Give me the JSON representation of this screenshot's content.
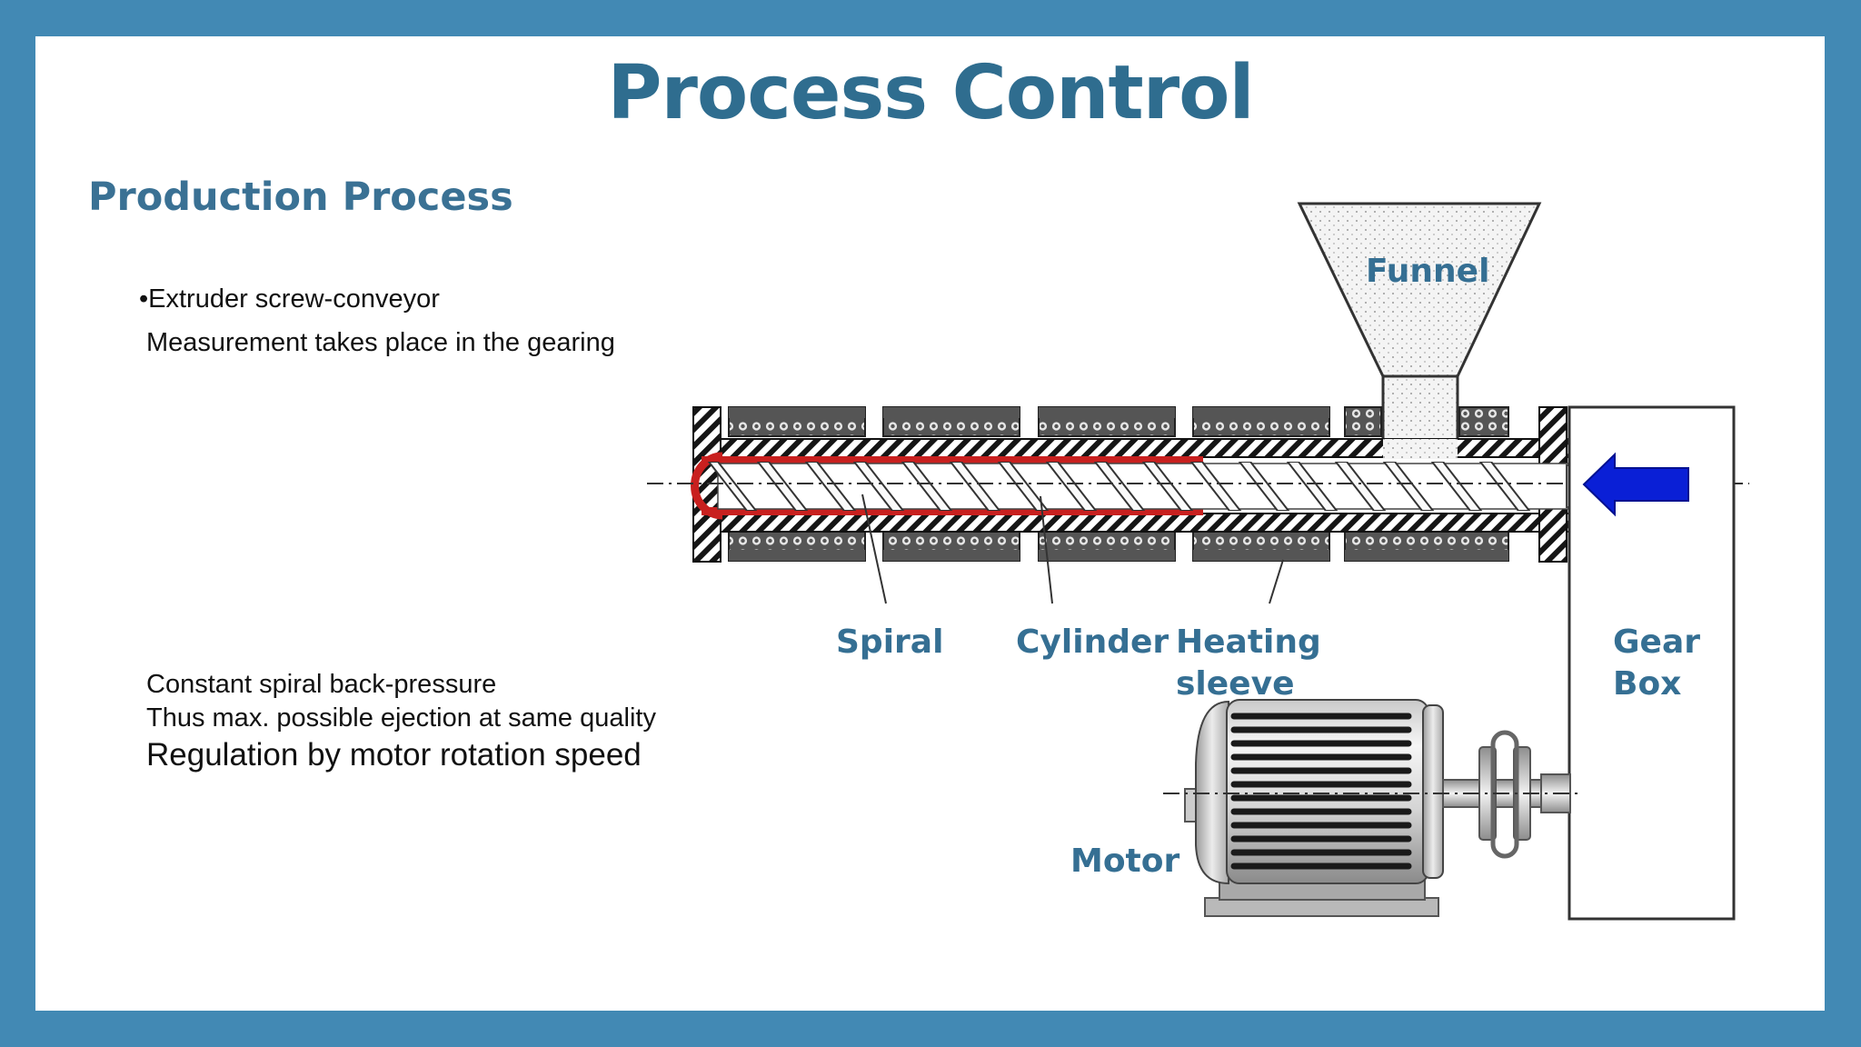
{
  "title": "Process Control",
  "section": {
    "heading": "Production Process",
    "bullet": "•Extruder screw-conveyor",
    "line2": "Measurement takes place in the gearing"
  },
  "notes": {
    "line1": "Constant spiral back-pressure",
    "line2": "Thus max. possible ejection at same quality",
    "line3": "Regulation by motor rotation speed"
  },
  "labels": {
    "funnel": "Funnel",
    "spiral": "Spiral",
    "cylinder": "Cylinder",
    "heating_line1": "Heating",
    "heating_line2": "sleeve",
    "gear_line1": "Gear",
    "gear_line2": "Box",
    "motor": "Motor"
  },
  "colors": {
    "frame": "#4289b4",
    "title": "#2f6d8f",
    "label": "#356f93",
    "melt": "#c8201f",
    "arrow": "#0a1fd6"
  }
}
